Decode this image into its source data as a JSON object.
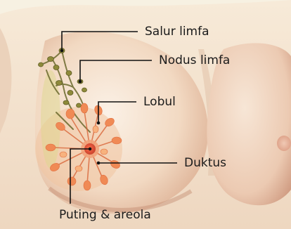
{
  "diagram": {
    "colors": {
      "background": "#f7f1e2",
      "skin_light": "#f6e6d2",
      "skin_mid": "#e9c3a6",
      "skin_shadow": "#c79277",
      "gland": "#f08a55",
      "gland_light": "#f7b27e",
      "nipple": "#e0533a",
      "lymph_node": "#8e8a3a",
      "lymph_vessel": "#6b6a2e",
      "leader_line": "#111111"
    },
    "labels": {
      "lymph_vessel": "Salur limfa",
      "lymph_node": "Nodus limfa",
      "lobule": "Lobul",
      "duct": "Duktus",
      "nipple_areola": "Puting & areola"
    }
  }
}
